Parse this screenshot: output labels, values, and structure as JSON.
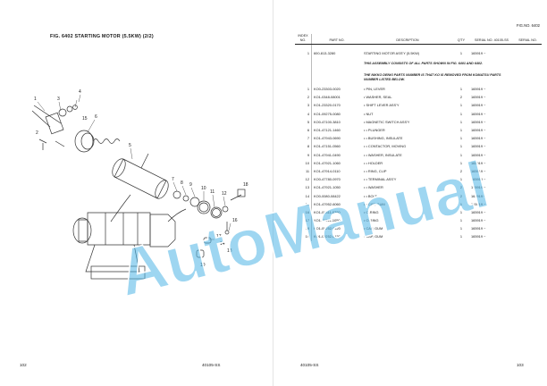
{
  "left_page": {
    "figure_title": "FIG. 6402  STARTING MOTOR (5.5KW)  (2/2)",
    "page_number": "102",
    "doc_code": "40105-SS",
    "callouts": [
      "1",
      "2",
      "3",
      "4",
      "5",
      "6",
      "7",
      "8",
      "9",
      "10",
      "11",
      "12",
      "13",
      "14",
      "15",
      "16",
      "17",
      "18",
      "19"
    ]
  },
  "right_page": {
    "figure_no": "FIG.NO. 6402",
    "columns": {
      "index": "INDEX NO.",
      "part_no": "PART NO.",
      "description": "DESCRIPTION",
      "qty": "Q'TY",
      "serial_a": "SERIAL NO. 40105-SS",
      "serial_b": "SERIAL NO."
    },
    "first_row": {
      "index": "1",
      "part": "600-813-3280",
      "desc": "STARTING MOTOR ASS'Y (5.5KW)",
      "qty": "1",
      "serial": "165919 ~"
    },
    "note_1": "THIS ASSEMBLY CONSISTS OF ALL PARTS SHOWN IN FIG. 6401 AND 6402.",
    "note_2": "THE NIKKO DENKI PARTS NUMBER IS THAT KO IS REMOVED FROM KOMATSU PARTS NUMBER LISTED BELOW.",
    "rows": [
      {
        "index": "1",
        "part": "KO0-23303-0020",
        "desc": "• PIN, LEVER",
        "qty": "1",
        "serial": "165919 ~"
      },
      {
        "index": "2",
        "part": "KO1-0348-08001",
        "desc": "• WASHER, SEAL",
        "qty": "2",
        "serial": "165919 ~"
      },
      {
        "index": "3",
        "part": "KO1-23320-0170",
        "desc": "• SHIFT LEVER ASS'Y",
        "qty": "1",
        "serial": "165919 ~"
      },
      {
        "index": "4",
        "part": "KO1-09275-0080",
        "desc": "• NUT",
        "qty": "1",
        "serial": "165919 ~"
      },
      {
        "index": "5",
        "part": "KO0-47100-3810",
        "desc": "• MAGNETIC SWITCH ASS'Y",
        "qty": "1",
        "serial": "165919 ~"
      },
      {
        "index": "6",
        "part": "KO1-47121-1460",
        "desc": "• • PLUNGER",
        "qty": "1",
        "serial": "165919 ~"
      },
      {
        "index": "7",
        "part": "KO1-47943-0690",
        "desc": "• • BUSHING, INSULATE",
        "qty": "1",
        "serial": "165919 ~"
      },
      {
        "index": "8",
        "part": "KO1-47151-0560",
        "desc": "• • CONTACTOR, MOVING",
        "qty": "1",
        "serial": "165919 ~"
      },
      {
        "index": "9",
        "part": "KO1-47941-0490",
        "desc": "• • WASHER, INSULATE",
        "qty": "1",
        "serial": "165919 ~"
      },
      {
        "index": "10",
        "part": "KO1-47921-1060",
        "desc": "• • HOLDER",
        "qty": "1",
        "serial": "165919 ~"
      },
      {
        "index": "11",
        "part": "KO1-47914-0110",
        "desc": "• • RING, CLIP",
        "qty": "2",
        "serial": "165919 ~"
      },
      {
        "index": "12",
        "part": "KO0-47780-0970",
        "desc": "• • TERMINAL ASS'Y",
        "qty": "1",
        "serial": "165919 ~"
      },
      {
        "index": "13",
        "part": "KO1-47921-1050",
        "desc": "• • WASHER",
        "qty": "2",
        "serial": "165919 ~"
      },
      {
        "index": "14",
        "part": "KO0-0080-08422",
        "desc": "• • BOLT",
        "qty": "2",
        "serial": "165919 ~"
      },
      {
        "index": "15",
        "part": "KO1-47952-6060",
        "desc": "• • CAP, GUM",
        "qty": "1",
        "serial": "165919 ~"
      },
      {
        "index": "16",
        "part": "KO1-09311-0390",
        "desc": "• O-RING",
        "qty": "1",
        "serial": "165919 ~"
      },
      {
        "index": "17",
        "part": "KO1-09311-1050",
        "desc": "• O-RING",
        "qty": "1",
        "serial": "165919 ~"
      },
      {
        "index": "18",
        "part": "KO1-09252-0420",
        "desc": "• CAP, GUM",
        "qty": "1",
        "serial": "165919 ~"
      },
      {
        "index": "19",
        "part": "KO1-09252-0430",
        "desc": "• CAP, GUM",
        "qty": "1",
        "serial": "165919 ~"
      }
    ],
    "doc_code": "40105-SS",
    "page_number": "103"
  },
  "watermark": {
    "text": "AutoManual",
    "color": "#4fb4e6"
  }
}
